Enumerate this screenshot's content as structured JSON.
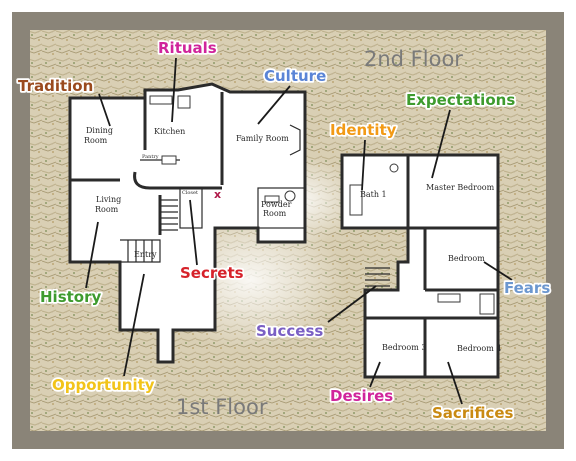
{
  "floors": {
    "upper": "2nd Floor",
    "lower": "1st Floor"
  },
  "rooms": {
    "dining": [
      "Dining",
      "Room"
    ],
    "kitchen": "Kitchen",
    "family": "Family Room",
    "living": [
      "Living",
      "Room"
    ],
    "powder": [
      "Powder",
      "Room"
    ],
    "entry": "Entry",
    "pantry": "Pantry",
    "closet": "Closet",
    "bath": "Bath 1",
    "master": "Master Bedroom",
    "bedroom": "Bedroom",
    "bedroom3": "Bedroom 3",
    "bedroom4": "Bedroom 4"
  },
  "marker": "x",
  "tags": [
    {
      "key": "tradition",
      "text": "Tradition",
      "color": "#9a4a1e"
    },
    {
      "key": "rituals",
      "text": "Rituals",
      "color": "#d0249b"
    },
    {
      "key": "culture",
      "text": "Culture",
      "color": "#5a84d6"
    },
    {
      "key": "identity",
      "text": "Identity",
      "color": "#f29a16"
    },
    {
      "key": "expectations",
      "text": "Expectations",
      "color": "#3e9b2e"
    },
    {
      "key": "history",
      "text": "History",
      "color": "#3e9b2e"
    },
    {
      "key": "secrets",
      "text": "Secrets",
      "color": "#d6222a"
    },
    {
      "key": "success",
      "text": "Success",
      "color": "#7a5fc4"
    },
    {
      "key": "fears",
      "text": "Fears",
      "color": "#6c97cf"
    },
    {
      "key": "opportunity",
      "text": "Opportunity",
      "color": "#f2c41a"
    },
    {
      "key": "desires",
      "text": "Desires",
      "color": "#d0249b"
    },
    {
      "key": "sacrifices",
      "text": "Sacrifices",
      "color": "#c98a12"
    }
  ],
  "colors": {
    "frame": "#8a8478",
    "rug": "#d9cfb4",
    "marker": "#b01a4a"
  }
}
